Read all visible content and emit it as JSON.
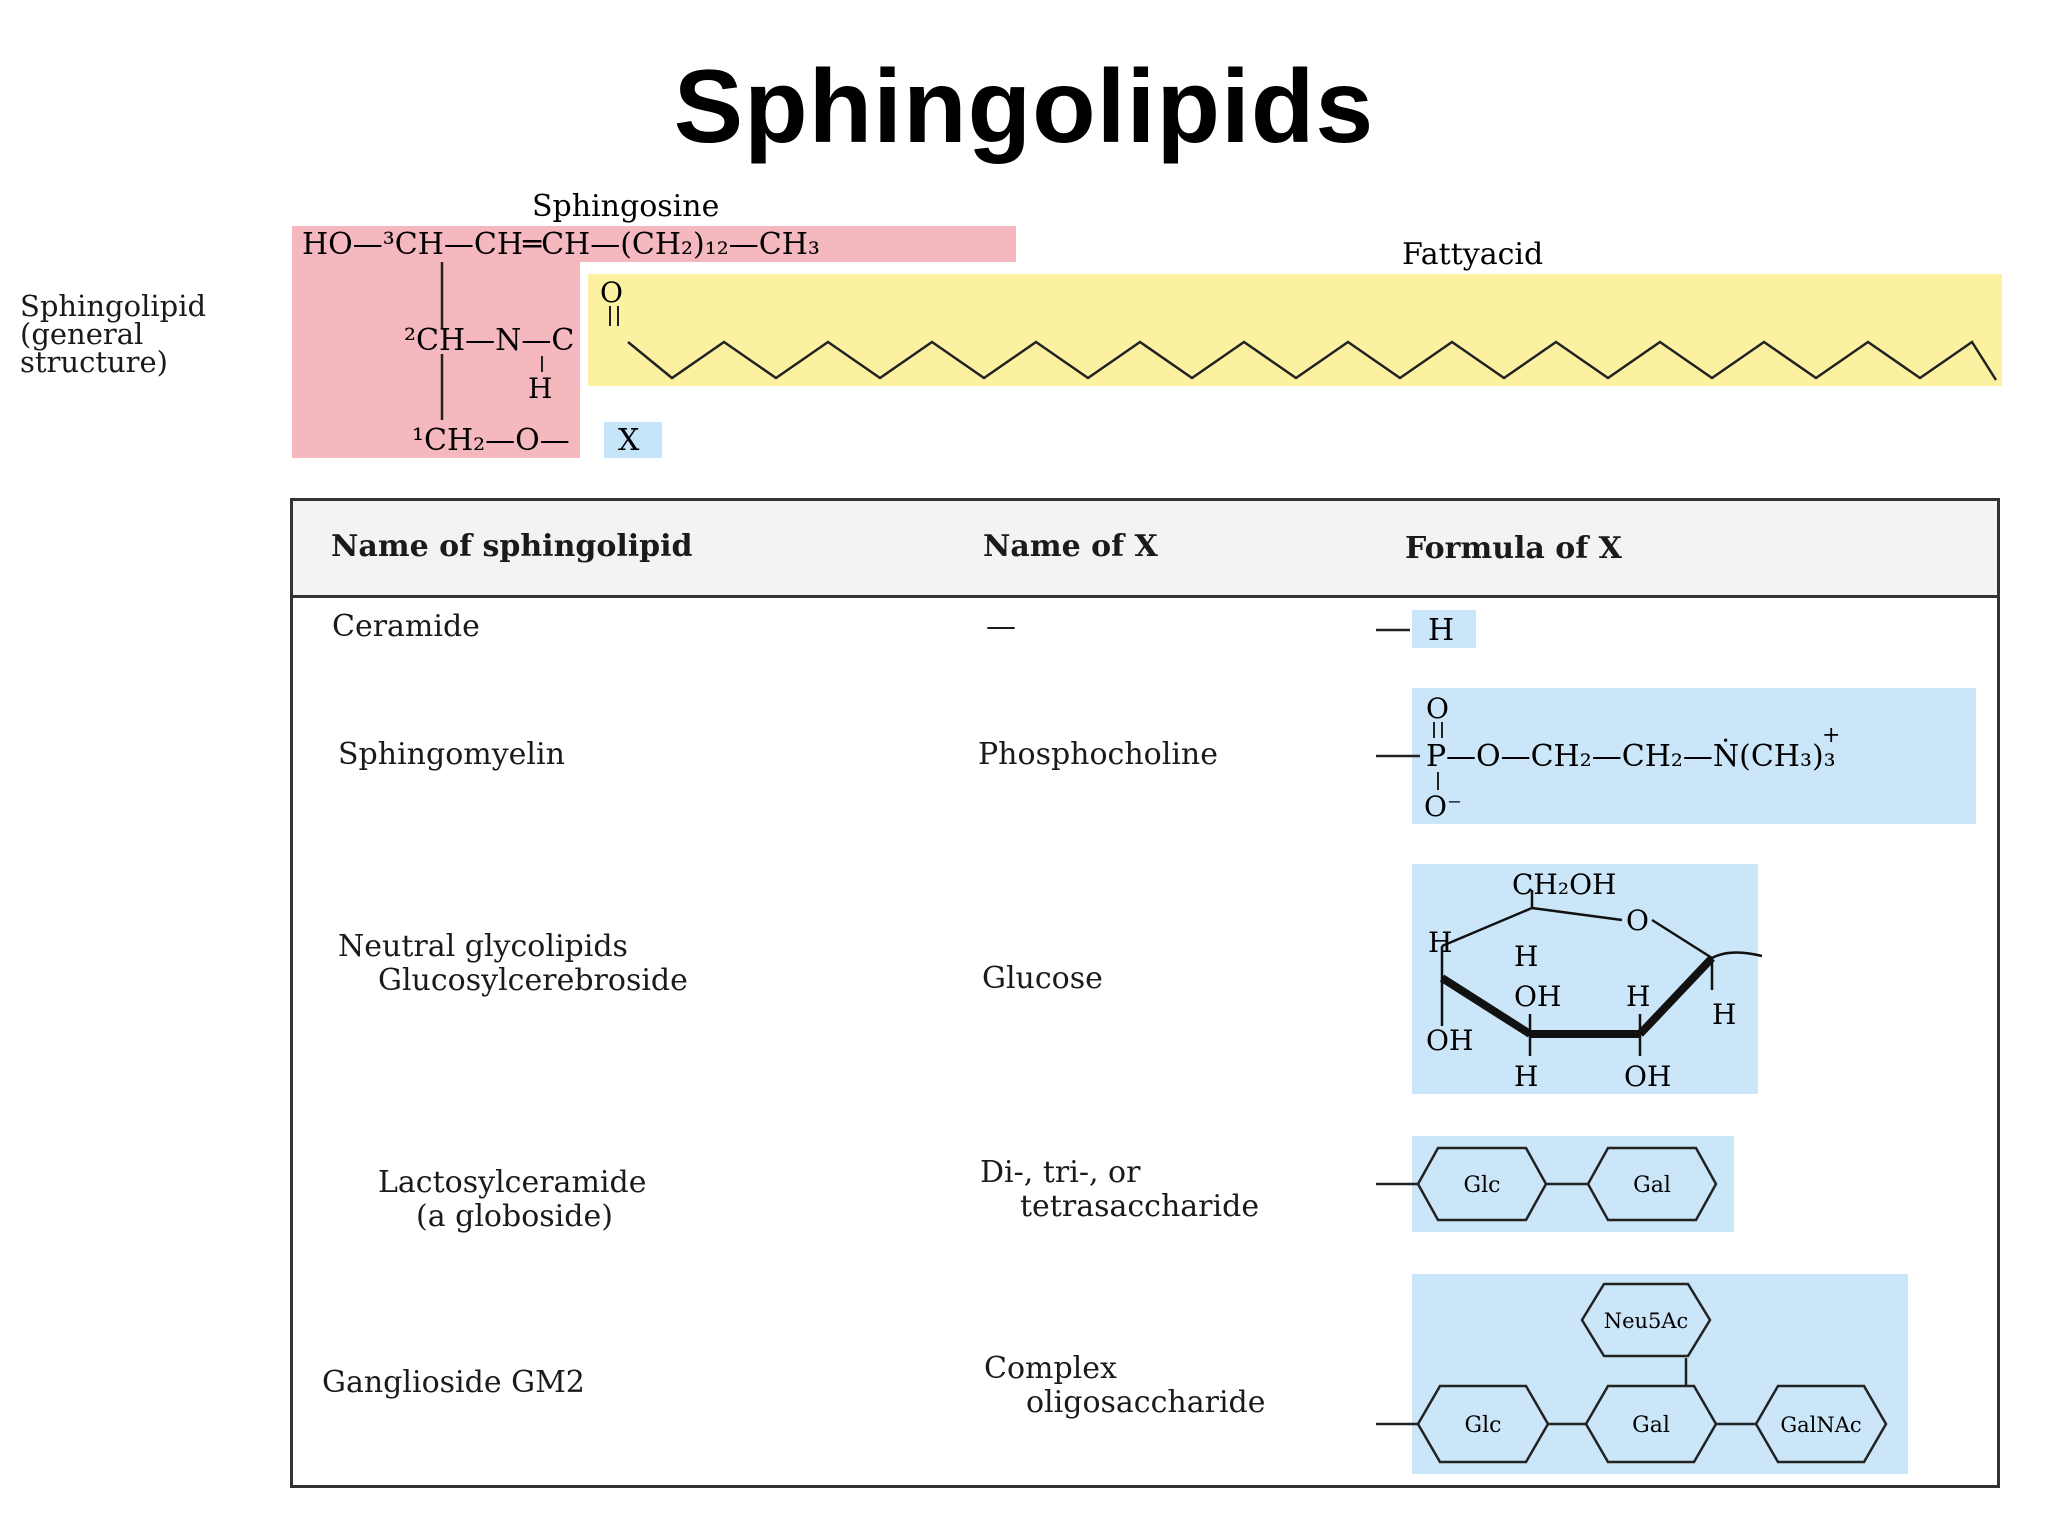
{
  "title": "Sphingolipids",
  "structure": {
    "side_label": [
      "Sphingolipid",
      "(general",
      "structure)"
    ],
    "sphingosine_label": "Sphingosine",
    "fattyacid_label": "Fattyacid",
    "row1": "HO—³CH—CH═CH—(CH₂)₁₂—CH₃",
    "row2_ch": "²CH—N—C",
    "o_atom": "O",
    "h_atom": "H",
    "row3": "¹CH₂—O—",
    "x_label": "X",
    "colors": {
      "sphingosine": "#f6b8bf",
      "fattyacid": "#fbf1a0",
      "x_group": "#c4e4f8"
    }
  },
  "table": {
    "headers": [
      "Name of sphingolipid",
      "Name of X",
      "Formula of X"
    ],
    "rows": [
      {
        "name": [
          "Ceramide"
        ],
        "x_name": [
          "—"
        ],
        "formula": "— H"
      },
      {
        "name": [
          "Sphingomyelin"
        ],
        "x_name": [
          "Phosphocholine"
        ],
        "formula": "—P—O—CH₂—CH₂—N(CH₃)₃"
      },
      {
        "name": [
          "Neutral glycolipids",
          "Glucosylcerebroside"
        ],
        "x_name": [
          "Glucose"
        ],
        "formula": "glucose-ring"
      },
      {
        "name": [
          "Lactosylceramide",
          "(a globoside)"
        ],
        "x_name": [
          "Di-, tri-, or",
          "tetrasaccharide"
        ],
        "formula": "Glc-Gal"
      },
      {
        "name": [
          "Ganglioside GM2"
        ],
        "x_name": [
          "Complex",
          "oligosaccharide"
        ],
        "formula": "Glc-Gal-GalNAc-Neu5Ac"
      }
    ],
    "formula_text": {
      "phos_o_top": "O",
      "phos_p": "P",
      "phos_o_bottom": "O⁻",
      "phos_chain": "—O—CH₂—CH₂—Ṅ(CH₃)₃",
      "plus": "+",
      "ch2oh": "CH₂OH",
      "ring_o": "O",
      "h": "H",
      "oh": "OH",
      "sugars": {
        "glc": "Glc",
        "gal": "Gal",
        "galnac": "GalNAc",
        "neu5ac": "Neu5Ac"
      },
      "ceramide_h": "H"
    },
    "box_color": "#cbe6f8",
    "header_bg": "#f3f3f3"
  }
}
